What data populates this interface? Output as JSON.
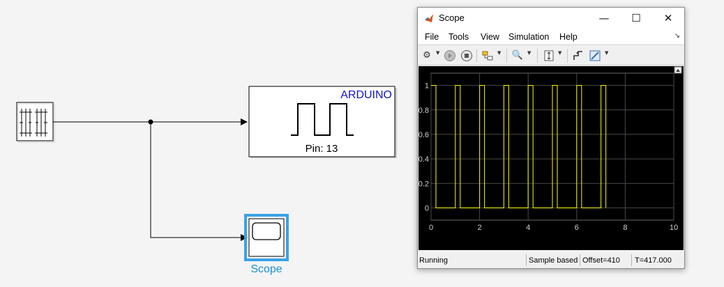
{
  "model": {
    "arduino_block": {
      "title": "ARDUINO",
      "pin_label": "Pin: 13"
    },
    "scope_block": {
      "label": "Scope"
    },
    "colors": {
      "arduino_title": "#1111cc",
      "scope_label": "#1a8fd8",
      "selection": "#3aa2e6"
    }
  },
  "scope_window": {
    "title": "Scope",
    "window_buttons": {
      "minimize": "—",
      "maximize": "☐",
      "close": "✕"
    },
    "menu": [
      "File",
      "Tools",
      "View",
      "Simulation",
      "Help"
    ],
    "toolbar_icons": [
      "gear-icon",
      "run-icon",
      "stop-icon",
      "signal-select-icon",
      "zoom-icon",
      "scale-axes-icon",
      "trigger-icon",
      "highlight-icon"
    ],
    "status": {
      "state": "Running",
      "sample": "Sample based",
      "offset": "Offset=410",
      "time": "T=417.000"
    }
  },
  "chart_data": {
    "type": "line",
    "title": "",
    "xlabel": "",
    "ylabel": "",
    "xlim": [
      0,
      10
    ],
    "ylim": [
      -0.1,
      1.1
    ],
    "x_ticks": [
      "0",
      "2",
      "4",
      "6",
      "8",
      "10"
    ],
    "y_ticks": [
      "0",
      "0.2",
      "0.4",
      "0.6",
      "0.8",
      "1"
    ],
    "grid": true,
    "line_color": "#e6e600",
    "series": [
      {
        "x": [
          0,
          0.2,
          0.2,
          1.0,
          1.0,
          1.2,
          1.2,
          2.0,
          2.0,
          2.2,
          2.2,
          3.0,
          3.0,
          3.2,
          3.2,
          4.0,
          4.0,
          4.2,
          4.2,
          5.0,
          5.0,
          5.2,
          5.2,
          6.0,
          6.0,
          6.2,
          6.2,
          7.0,
          7.0,
          7.2,
          7.2
        ],
        "y": [
          1,
          1,
          0,
          0,
          1,
          1,
          0,
          0,
          1,
          1,
          0,
          0,
          1,
          1,
          0,
          0,
          1,
          1,
          0,
          0,
          1,
          1,
          0,
          0,
          1,
          1,
          0,
          0,
          1,
          1,
          0
        ]
      }
    ]
  }
}
